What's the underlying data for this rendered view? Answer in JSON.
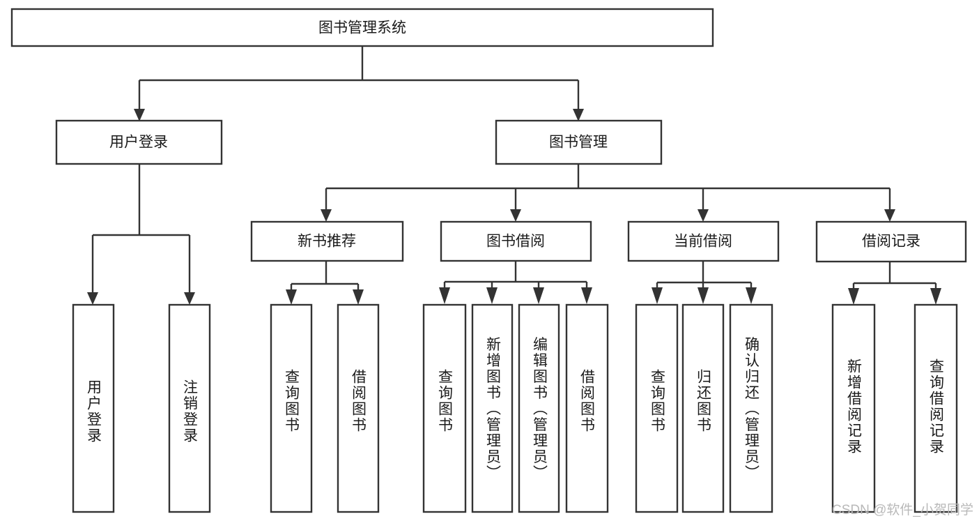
{
  "diagram": {
    "type": "tree",
    "title": "图书管理系统",
    "watermark": "CSDN @软件_小贺同学",
    "root": {
      "label": "图书管理系统"
    },
    "level2": [
      {
        "label": "用户登录"
      },
      {
        "label": "图书管理"
      }
    ],
    "level3": [
      {
        "label": "新书推荐"
      },
      {
        "label": "图书借阅"
      },
      {
        "label": "当前借阅"
      },
      {
        "label": "借阅记录"
      }
    ],
    "leaves": {
      "user_login": [
        {
          "label": "用户登录"
        },
        {
          "label": "注销登录"
        }
      ],
      "new_book_recommend": [
        {
          "label": "查询图书"
        },
        {
          "label": "借阅图书"
        }
      ],
      "book_borrow": [
        {
          "label": "查询图书"
        },
        {
          "label": "新增图书（管理员）"
        },
        {
          "label": "编辑图书（管理员）"
        },
        {
          "label": "借阅图书"
        }
      ],
      "current_borrow": [
        {
          "label": "查询图书"
        },
        {
          "label": "归还图书"
        },
        {
          "label": "确认归还（管理员）"
        }
      ],
      "borrow_record": [
        {
          "label": "新增借阅记录"
        },
        {
          "label": "查询借阅记录"
        }
      ]
    },
    "colors": {
      "stroke": "#333333",
      "fill": "#ffffff",
      "text": "#1a1a1a",
      "watermark": "#b9b9b9"
    }
  }
}
